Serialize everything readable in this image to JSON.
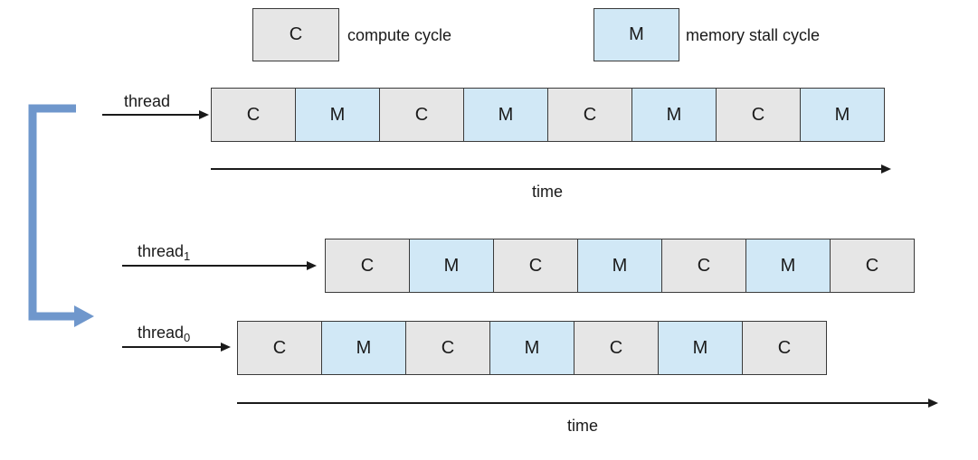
{
  "legend": {
    "compute": {
      "letter": "C",
      "text": "compute cycle",
      "color": "#e6e6e6"
    },
    "memory": {
      "letter": "M",
      "text": "memory stall cycle",
      "color": "#d1e8f6"
    }
  },
  "single_thread": {
    "label": "thread",
    "cells": [
      "C",
      "M",
      "C",
      "M",
      "C",
      "M",
      "C",
      "M"
    ],
    "time_label": "time"
  },
  "dual_thread": {
    "thread1": {
      "label": "thread",
      "sub": "1",
      "cells": [
        "C",
        "M",
        "C",
        "M",
        "C",
        "M",
        "C"
      ]
    },
    "thread0": {
      "label": "thread",
      "sub": "0",
      "cells": [
        "C",
        "M",
        "C",
        "M",
        "C",
        "M",
        "C"
      ]
    },
    "time_label": "time"
  },
  "switch_arrow_color": "#6f97cc"
}
